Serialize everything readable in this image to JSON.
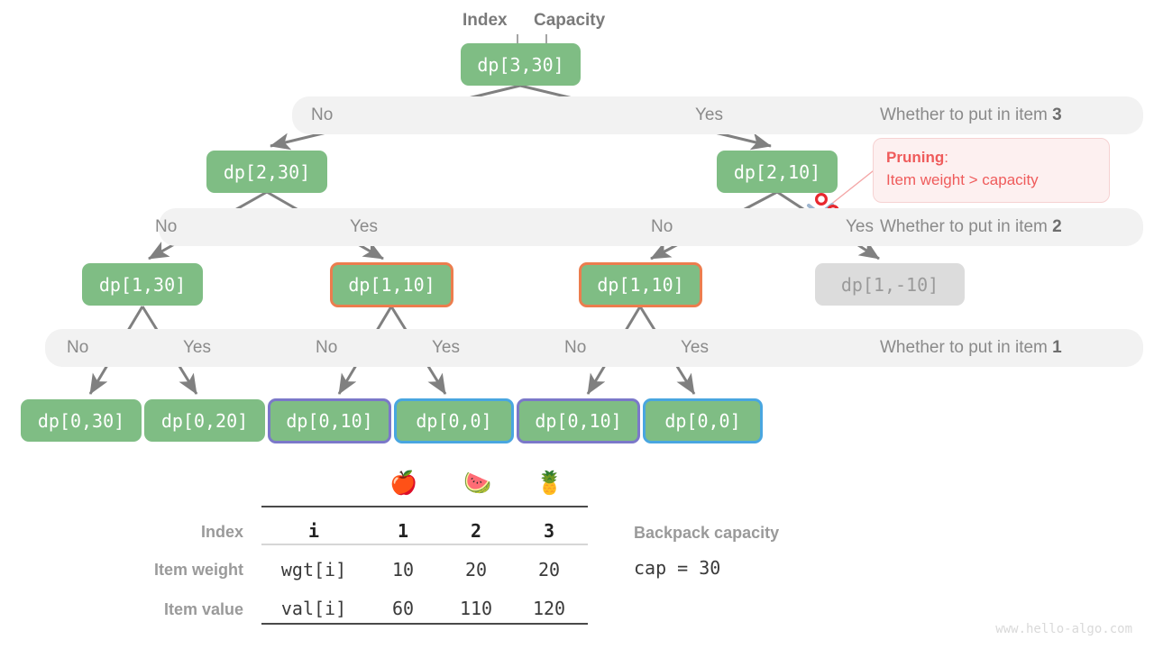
{
  "headers": {
    "index": "Index",
    "capacity": "Capacity"
  },
  "tree": {
    "root": {
      "label": "dp[3,30]"
    },
    "level1": [
      {
        "label": "dp[2,30]"
      },
      {
        "label": "dp[2,10]"
      }
    ],
    "level2": [
      {
        "label": "dp[1,30]"
      },
      {
        "label": "dp[1,10]"
      },
      {
        "label": "dp[1,10]"
      },
      {
        "label": "dp[1,-10]"
      }
    ],
    "level3": [
      {
        "label": "dp[0,30]"
      },
      {
        "label": "dp[0,20]"
      },
      {
        "label": "dp[0,10]"
      },
      {
        "label": "dp[0,0]"
      },
      {
        "label": "dp[0,10]"
      },
      {
        "label": "dp[0,0]"
      }
    ]
  },
  "levels": [
    {
      "question": "Whether to put in item ",
      "item": "3",
      "branches": [
        "No",
        "Yes"
      ]
    },
    {
      "question": "Whether to put in item ",
      "item": "2",
      "branches": [
        "No",
        "Yes",
        "No",
        "Yes"
      ]
    },
    {
      "question": "Whether to put in item ",
      "item": "1",
      "branches": [
        "No",
        "Yes",
        "No",
        "Yes",
        "No",
        "Yes"
      ]
    }
  ],
  "annotation": {
    "title": "Pruning",
    "colon": ":",
    "text": "Item weight > capacity"
  },
  "table": {
    "row_labels": [
      "Index",
      "Item weight",
      "Item value"
    ],
    "emoji": [
      "🍎",
      "🍉",
      "🍍"
    ],
    "rows": [
      {
        "key": "i",
        "values": [
          "1",
          "2",
          "3"
        ]
      },
      {
        "key": "wgt[i]",
        "values": [
          "10",
          "20",
          "20"
        ]
      },
      {
        "key": "val[i]",
        "values": [
          "60",
          "110",
          "120"
        ]
      }
    ]
  },
  "capacity_note": {
    "label": "Backpack capacity",
    "value": "cap = 30"
  },
  "watermark": "www.hello-algo.com",
  "colors": {
    "node_green": "#7fbd84",
    "node_muted": "#dcdcdc",
    "border_orange": "#ec7d4e",
    "border_purple": "#7b78c9",
    "border_blue": "#49a6e0",
    "edge_gray": "#808080",
    "bar_gray": "#f2f2f2",
    "accent_red": "#ef5b5b"
  }
}
